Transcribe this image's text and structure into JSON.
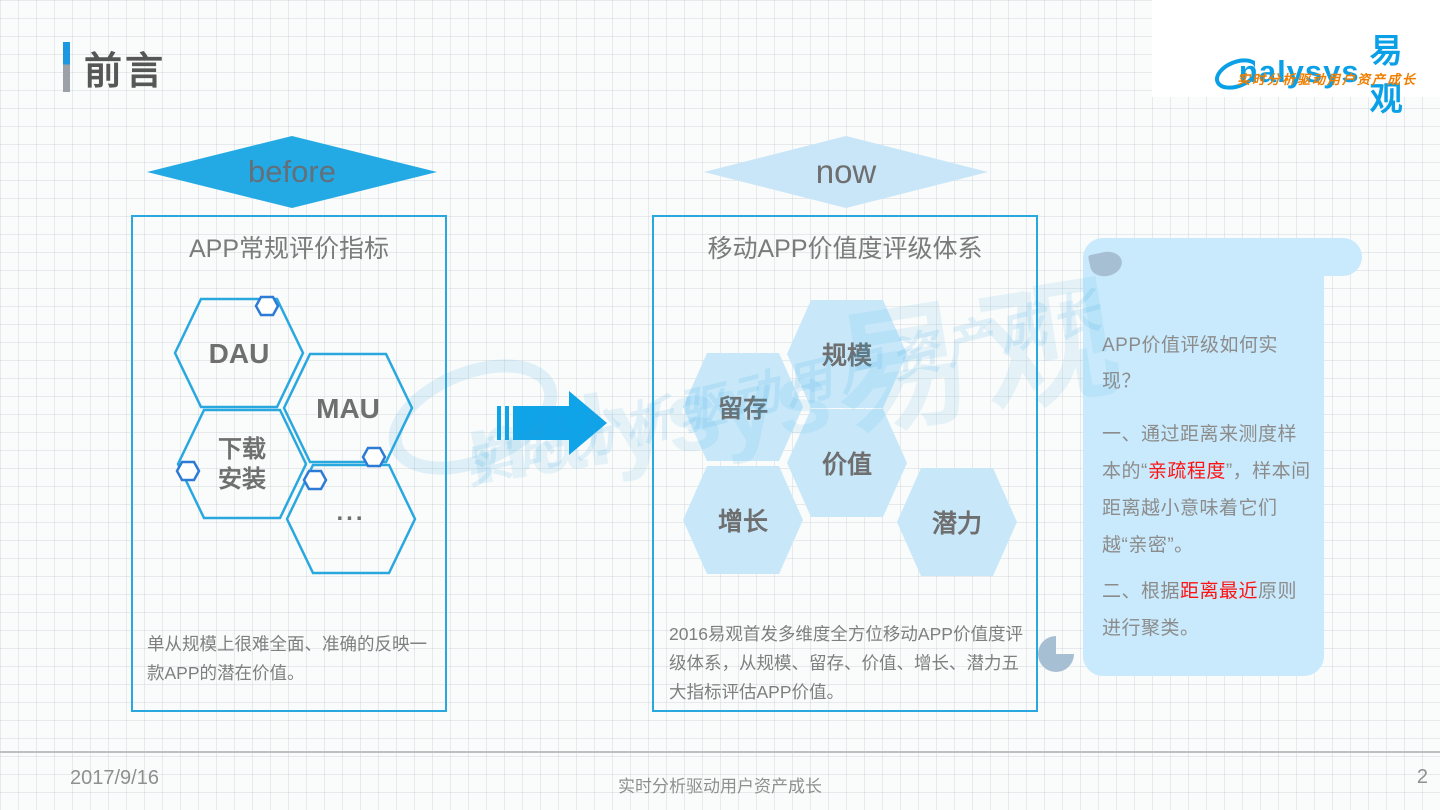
{
  "header": {
    "title": "前言"
  },
  "logo": {
    "brand_latin": "nalysys",
    "brand_cn": "易观",
    "tagline": "实时分析驱动用户资产成长"
  },
  "watermark": {
    "brand_latin": "nalysys",
    "brand_cn": "易观",
    "tagline": "实时分析驱动用户资产成长"
  },
  "before": {
    "badge": "before",
    "title": "APP常规评价指标",
    "hex": {
      "dau": "DAU",
      "mau": "MAU",
      "download_line1": "下载",
      "download_line2": "安装",
      "more": "..."
    },
    "note": "单从规模上很难全面、准确的反映一款APP的潜在价值。"
  },
  "now": {
    "badge": "now",
    "title": "移动APP价值度评级体系",
    "hex": {
      "scale": "规模",
      "retention": "留存",
      "value": "价值",
      "growth": "增长",
      "potential": "潜力"
    },
    "note": "2016易观首发多维度全方位移动APP价值度评级体系，从规模、留存、价值、增长、潜力五大指标评估APP价值。"
  },
  "callout": {
    "question": "APP价值评级如何实现？",
    "para1": [
      {
        "t": "一、通过距离来测度样本的“"
      },
      {
        "t": "亲疏程度",
        "red": true
      },
      {
        "t": "”，样本间距离越小意味着它们越“亲密”。"
      }
    ],
    "para2": [
      {
        "t": "二、根据"
      },
      {
        "t": "距离最近",
        "red": true
      },
      {
        "t": "原则进行聚类。"
      }
    ]
  },
  "footer": {
    "date": "2017/9/16",
    "text": "实时分析驱动用户资产成长",
    "page_number": "2"
  },
  "colors": {
    "accent_blue": "#23A9E4",
    "border_blue": "#29A8E0",
    "light_blue_fill": "#C8E8FA",
    "callout_blue": "#C9EAFC",
    "scroll_accent": "#A6BFD2",
    "gray_text": "#7F7F7F",
    "title_gray": "#565656",
    "red": "#FF1212",
    "logo_blue": "#0AA0E8",
    "logo_orange": "#F07E00"
  }
}
